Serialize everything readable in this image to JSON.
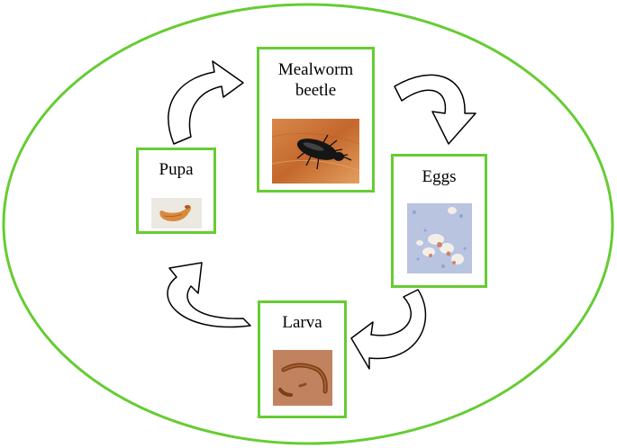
{
  "colors": {
    "oval_border": "#66cc33",
    "box_border": "#66cc33",
    "arrow_fill": "#ffffff",
    "arrow_stroke": "#000000"
  },
  "stages": {
    "beetle": {
      "label": "Mealworm beetle",
      "line1": "Mealworm",
      "line2": "beetle",
      "photo": "beetle-photo"
    },
    "eggs": {
      "label": "Eggs",
      "photo": "eggs-photo"
    },
    "larva": {
      "label": "Larva",
      "photo": "larva-photo"
    },
    "pupa": {
      "label": "Pupa",
      "photo": "pupa-photo"
    }
  },
  "arrows": [
    "beetle-to-eggs",
    "eggs-to-larva",
    "larva-to-pupa",
    "pupa-to-beetle"
  ]
}
